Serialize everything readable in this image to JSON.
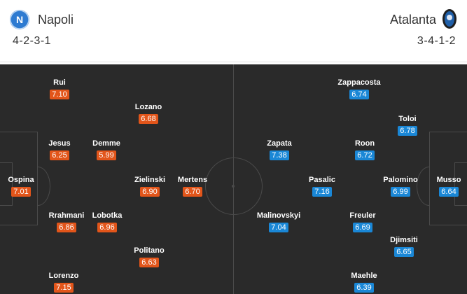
{
  "home": {
    "name": "Napoli",
    "formation": "4-2-3-1",
    "logo_color": "#2e7bd1",
    "rating_color": "#e2551a",
    "players": [
      {
        "name": "Ospina",
        "rating": "7.01"
      },
      {
        "name": "Rui",
        "rating": "7.10"
      },
      {
        "name": "Jesus",
        "rating": "6.25"
      },
      {
        "name": "Rrahmani",
        "rating": "6.86"
      },
      {
        "name": "Lorenzo",
        "rating": "7.15"
      },
      {
        "name": "Demme",
        "rating": "5.99"
      },
      {
        "name": "Lobotka",
        "rating": "6.96"
      },
      {
        "name": "Lozano",
        "rating": "6.68"
      },
      {
        "name": "Zielinski",
        "rating": "6.90"
      },
      {
        "name": "Politano",
        "rating": "6.63"
      },
      {
        "name": "Mertens",
        "rating": "6.70"
      }
    ]
  },
  "away": {
    "name": "Atalanta",
    "formation": "3-4-1-2",
    "logo_color": "#1f5fa8",
    "rating_color": "#1a87d6",
    "players": [
      {
        "name": "Musso",
        "rating": "6.64"
      },
      {
        "name": "Toloi",
        "rating": "6.78"
      },
      {
        "name": "Palomino",
        "rating": "6.99"
      },
      {
        "name": "Djimsiti",
        "rating": "6.65"
      },
      {
        "name": "Zappacosta",
        "rating": "6.74"
      },
      {
        "name": "Roon",
        "rating": "6.72"
      },
      {
        "name": "Freuler",
        "rating": "6.69"
      },
      {
        "name": "Maehle",
        "rating": "6.39"
      },
      {
        "name": "Pasalic",
        "rating": "7.16"
      },
      {
        "name": "Zapata",
        "rating": "7.38"
      },
      {
        "name": "Malinovskyi",
        "rating": "7.04"
      }
    ]
  }
}
